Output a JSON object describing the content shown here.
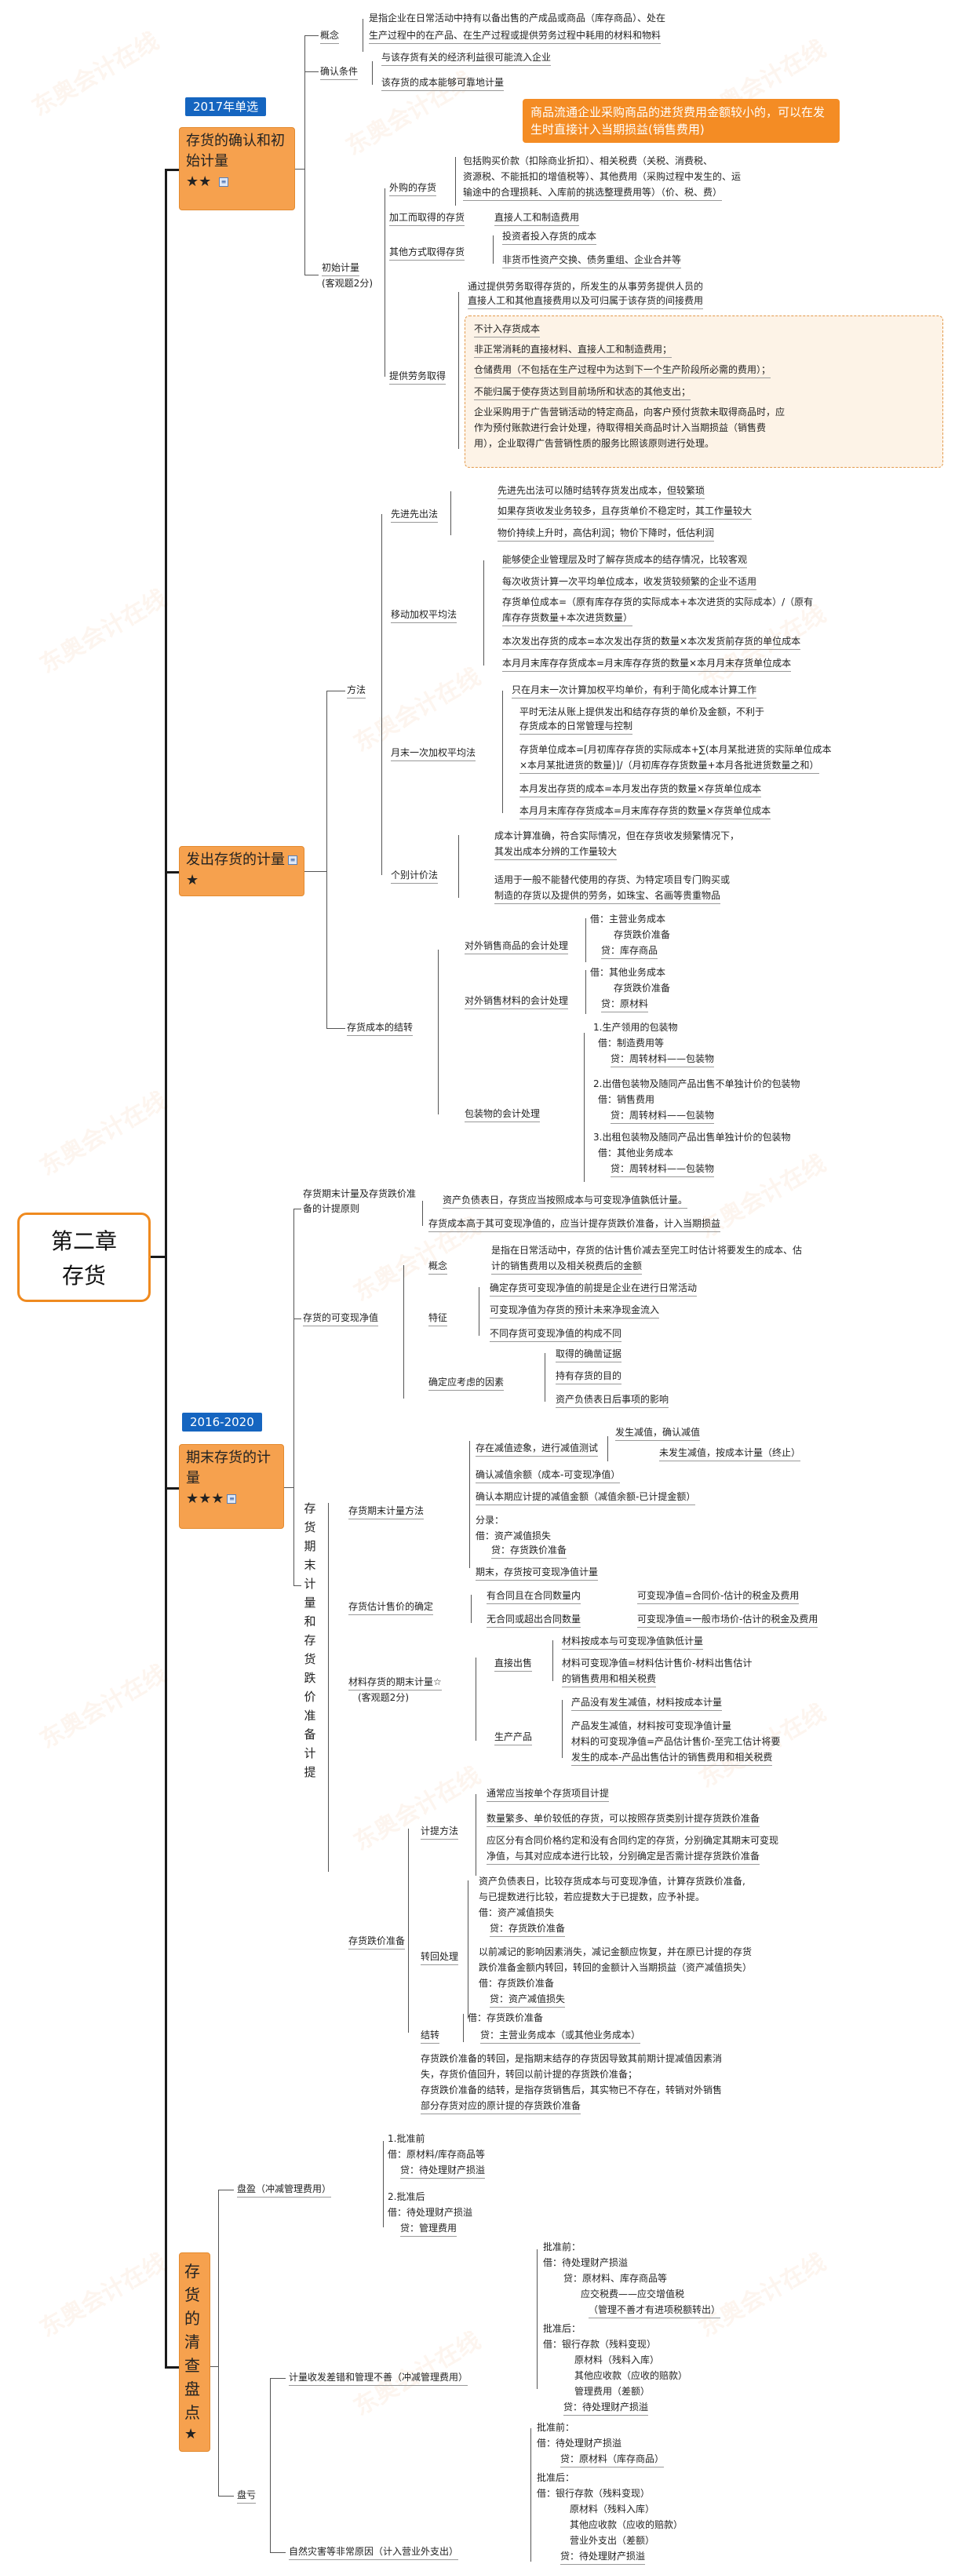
{
  "root": "第二章\n存货",
  "root_line1": "第二章",
  "root_line2": "存货",
  "watermark": "东奥会计在线",
  "topics": {
    "t1": {
      "label": "存货的确认和初始计量",
      "stars": "★★",
      "tag": "2017年单选"
    },
    "t2": {
      "label": "发出存货的计量",
      "stars": "★"
    },
    "t3": {
      "label": "期末存货的计量",
      "stars": "★★★",
      "tag": "2016-2020"
    },
    "t4": {
      "label": "存货的清查盘点",
      "stars": "★"
    }
  },
  "s1": {
    "gainian": "概念",
    "gainian_text1": "是指企业在日常活动中持有以备出售的产成品或商品（库存商品）、处在",
    "gainian_text2": "生产过程中的在产品、在生产过程或提供劳务过程中耗用的材料和物料",
    "queren": "确认条件",
    "queren_a": "与该存货有关的经济利益很可能流入企业",
    "queren_b": "该存货的成本能够可靠地计量",
    "note": "商品流通企业采购商品的进货费用金额较小的，可以在发生时直接计入当期损益(销售费用)",
    "waigou": "外购的存货",
    "waigou_text1": "包括购买价款（扣除商业折扣）、相关税费（关税、消费税、",
    "waigou_text2": "资源税、不能抵扣的增值税等）、其他费用（采购过程中发生的、运",
    "waigou_text3": "输途中的合理损耗、入库前的挑选整理费用等）（价、税、费）",
    "chushi": "初始计量",
    "chushi2": "(客观题2分)",
    "jiagong": "加工而取得的存货",
    "jiagong_text": "直接人工和制造费用",
    "qita": "其他方式取得存货",
    "qita_a": "投资者投入存货的成本",
    "qita_b": "非货币性资产交换、债务重组、企业合并等",
    "laowu": "提供劳务取得",
    "laowu_text1": "通过提供劳务取得存货的，所发生的从事劳务提供人员的",
    "laowu_text2": "直接人工和其他直接费用以及可归属于该存货的间接费用",
    "bujiru": "不计入存货成本",
    "bj_a": "非正常消耗的直接材料、直接人工和制造费用；",
    "bj_b": "仓储费用（不包括在生产过程中为达到下一个生产阶段所必需的费用）；",
    "bj_c": "不能归属于使存货达到目前场所和状态的其他支出；",
    "bj_d1": "企业采购用于广告营销活动的特定商品，向客户预付货款未取得商品时，应",
    "bj_d2": "作为预付账款进行会计处理，待取得相关商品时计入当期损益（销售费",
    "bj_d3": "用），企业取得广告营销性质的服务比照该原则进行处理。"
  },
  "s2": {
    "fangfa": "方法",
    "xianjin": "先进先出法",
    "xj_a": "先进先出法可以随时结转存货发出成本，但较繁琐",
    "xj_b": "如果存货收发业务较多，且存货单价不稳定时，其工作量较大",
    "xj_c": "物价持续上升时，高估利润；物价下降时，低估利润",
    "yidong": "移动加权平均法",
    "yd_a": "能够使企业管理层及时了解存货成本的结存情况，比较客观",
    "yd_b": "每次收货计算一次平均单位成本，收发货较频繁的企业不适用",
    "yd_c1": "存货单位成本=（原有库存存货的实际成本+本次进货的实际成本）/（原有",
    "yd_c2": "库存存货数量+本次进货数量）",
    "yd_d": "本次发出存货的成本=本次发出存货的数量×本次发货前存货的单位成本",
    "yd_e": "本月月末库存存货成本=月末库存存货的数量×本月月末存货单位成本",
    "yuemo": "月末一次加权平均法",
    "ym_a": "只在月末一次计算加权平均单价，有利于简化成本计算工作",
    "ym_b1": "平时无法从账上提供发出和结存存货的单价及金额，不利于",
    "ym_b2": "存货成本的日常管理与控制",
    "ym_c1": "存货单位成本=[月初库存存货的实际成本+∑(本月某批进货的实际单位成本",
    "ym_c2": "×本月某批进货的数量)]/（月初库存存货数量+本月各批进货数量之和）",
    "ym_d": "本月发出存货的成本=本月发出存货的数量×存货单位成本",
    "ym_e": "本月月末库存存货成本=月末库存存货的数量×存货单位成本",
    "gebie": "个别计价法",
    "gb_a1": "成本计算准确，符合实际情况，但在存货收发频繁情况下，",
    "gb_a2": "其发出成本分辨的工作量较大",
    "gb_b1": "适用于一般不能替代使用的存货、为特定项目专门购买或",
    "gb_b2": "制造的存货以及提供的劳务，如珠宝、名画等贵重物品",
    "jiezhuan": "存货成本的结转",
    "duiwai_sp": "对外销售商品的会计处理",
    "sp_1": "借：主营业务成本",
    "sp_2": "存货跌价准备",
    "sp_3": "贷：库存商品",
    "duiwai_cl": "对外销售材料的会计处理",
    "cl_1": "借：其他业务成本",
    "cl_2": "存货跌价准备",
    "cl_3": "贷：原材料",
    "baozhuang": "包装物的会计处理",
    "bz1_0": "1.生产领用的包装物",
    "bz1_1": "借：制造费用等",
    "bz1_2": "贷：周转材料——包装物",
    "bz2_0": "2.出借包装物及随同产品出售不单独计价的包装物",
    "bz2_1": "借：销售费用",
    "bz2_2": "贷：周转材料——包装物",
    "bz3_0": "3.出租包装物及随同产品出售单独计价的包装物",
    "bz3_1": "借：其他业务成本",
    "bz3_2": "贷：周转材料——包装物"
  },
  "s3": {
    "yuanze": "存货期末计量及存货跌价准备的计提原则",
    "yz_a": "资产负债表日，存货应当按照成本与可变现净值孰低计量。",
    "yz_b": "存货成本高于其可变现净值的，应当计提存货跌价准备，计入当期损益",
    "kbx": "存货的可变现净值",
    "gn": "概念",
    "gn_t1": "是指在日常活动中，存货的估计售价减去至完工时估计将要发生的成本、估",
    "gn_t2": "计的销售费用以及相关税费后的金额",
    "tz": "特征",
    "tz_a": "确定存货可变现净值的前提是企业在进行日常活动",
    "tz_b": "可变现净值为存货的预计未来净现金流入",
    "tz_c": "不同存货可变现净值的构成不同",
    "qd": "确定应考虑的因素",
    "qd_a": "取得的确凿证据",
    "qd_b": "持有存货的目的",
    "qd_c": "资产负债表日后事项的影响",
    "vertical": "存货期末计量和存货跌价准备计提",
    "ff": "存货期末计量方法",
    "ff_a": "存在减值迹象，进行减值测试",
    "ff_a1": "发生减值，确认减值",
    "ff_a2": "未发生减值，按成本计量（终止）",
    "ff_b": "确认减值余额（成本-可变现净值）",
    "ff_c": "确认本期应计提的减值金额（减值余额-已计提金额）",
    "ff_d0": "分录：",
    "ff_d1": "借：资产减值损失",
    "ff_d2": "贷：存货跌价准备",
    "ff_e": "期末，存货按可变现净值计量",
    "gj": "存货估计售价的确定",
    "gj_a": "有合同且在合同数量内",
    "gj_a2": "可变现净值=合同价-估计的税金及费用",
    "gj_b": "无合同或超出合同数量",
    "gj_b2": "可变现净值=一般市场价-估计的税金及费用",
    "cl": "材料存货的期末计量☆",
    "cl2": "(客观题2分)",
    "zj": "直接出售",
    "zj_a": "材料按成本与可变现净值孰低计量",
    "zj_b1": "材料可变现净值=材料估计售价-材料出售估计",
    "zj_b2": "的销售费用和相关税费",
    "sc": "生产产品",
    "sc_a": "产品没有发生减值，材料按成本计量",
    "sc_b1": "产品发生减值，材料按可变现净值计量",
    "sc_b2": "材料的可变现净值=产品估计售价-至完工估计将要",
    "sc_b3": "发生的成本-产品出售估计的销售费用和相关税费",
    "dj": "存货跌价准备",
    "jt": "计提方法",
    "jt_a": "通常应当按单个存货项目计提",
    "jt_b": "数量繁多、单价较低的存货，可以按照存货类别计提存货跌价准备",
    "jt_c1": "应区分有合同价格约定和没有合同约定的存货，分别确定其期末可变现",
    "jt_c2": "净值，与其对应成本进行比较，分别确定是否需计提存货跌价准备",
    "zh": "转回处理",
    "zh_a1": "资产负债表日，比较存货成本与可变现净值，计算存货跌价准备,",
    "zh_a2": "与已提数进行比较，若应提数大于已提数，应予补提。",
    "zh_a3": "借：资产减值损失",
    "zh_a4": "贷：存货跌价准备",
    "zh_b1": "以前减记的影响因素消失，减记金额应恢复，并在原已计提的存货",
    "zh_b2": "跌价准备金额内转回，转回的金额计入当期损益（资产减值损失）",
    "zh_b3": "借：存货跌价准备",
    "zh_b4": "贷：资产减值损失",
    "jz": "结转",
    "jz_1": "借：存货跌价准备",
    "jz_2": "贷：主营业务成本（或其他业务成本）",
    "p1": "存货跌价准备的转回，是指期末结存的存货因导致其前期计提减值因素消",
    "p2": "失，存货价值回升，转回以前计提的存货跌价准备；",
    "p3": "存货跌价准备的结转，是指存货销售后，其实物已不存在，转销对外销售",
    "p4": "部分存货对应的原计提的存货跌价准备"
  },
  "s4": {
    "panying": "盘盈（冲减管理费用）",
    "py1_0": "1.批准前",
    "py1_1": "借：原材料/库存商品等",
    "py1_2": "贷：待处理财产损溢",
    "py2_0": "2.批准后",
    "py2_1": "借：待处理财产损溢",
    "py2_2": "贷：管理费用",
    "pankui": "盘亏",
    "jl": "计量收发差错和管理不善（冲减管理费用）",
    "jl_0": "批准前：",
    "jl_1": "借：待处理财产损溢",
    "jl_2": "贷：原材料、库存商品等",
    "jl_3": "应交税费——应交增值税",
    "jl_4": "（管理不善才有进项税额转出）",
    "jl_5": "批准后：",
    "jl_6": "借：银行存款（残料变现）",
    "jl_7": "原材料（残料入库）",
    "jl_8": "其他应收款（应收的赔款）",
    "jl_9": "管理费用（差额）",
    "jl_10": "贷：待处理财产损溢",
    "zr": "自然灾害等非常原因（计入营业外支出）",
    "zr_0": "批准前：",
    "zr_1": "借：待处理财产损溢",
    "zr_2": "贷：原材料（库存商品）",
    "zr_3": "批准后：",
    "zr_4": "借：银行存款（残料变现）",
    "zr_5": "原材料（残料入库）",
    "zr_6": "其他应收款（应收的赔款）",
    "zr_7": "营业外支出（差额）",
    "zr_8": "贷：待处理财产损溢"
  }
}
